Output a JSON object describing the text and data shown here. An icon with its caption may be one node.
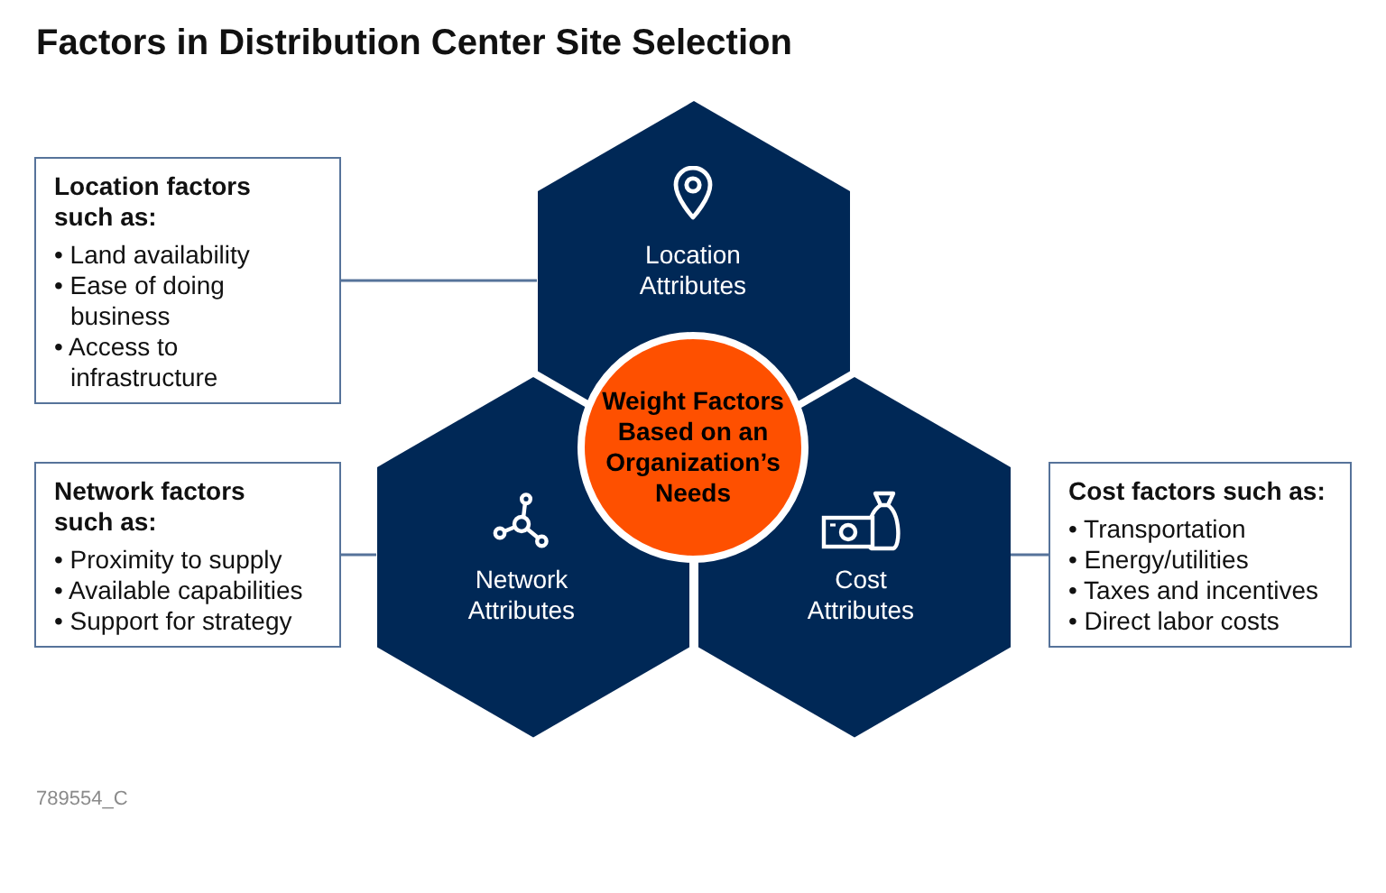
{
  "diagram": {
    "title": "Factors in Distribution Center Site Selection",
    "nodes": [
      {
        "text": [
          "Location factors such as:",
          "• Land availability",
          "• Ease of doing business",
          "• Access to infrastructure"
        ]
      },
      {
        "text": [
          "Location Attributes"
        ]
      },
      {
        "text": [
          "Weight Factors Based on an Organization’s Needs"
        ]
      },
      {
        "text": [
          "Network factors such as:",
          "• Proximity to supply",
          "• Available capabilities",
          "• Support for strategy"
        ]
      },
      {
        "text": [
          "Network Attributes"
        ]
      },
      {
        "text": [
          "Cost Attributes"
        ]
      },
      {
        "text": [
          "Cost factors such as:",
          "• Transportation",
          "• Energy/utilities",
          "• Taxes and incentives",
          "• Direct labor costs"
        ]
      }
    ],
    "edges": [
      {
        "from": 0,
        "to": 1,
        "arrow": "none"
      },
      {
        "from": 3,
        "to": 4,
        "arrow": "none"
      },
      {
        "from": 6,
        "to": 5,
        "arrow": "none"
      }
    ],
    "labels": [
      "789554_C"
    ]
  }
}
